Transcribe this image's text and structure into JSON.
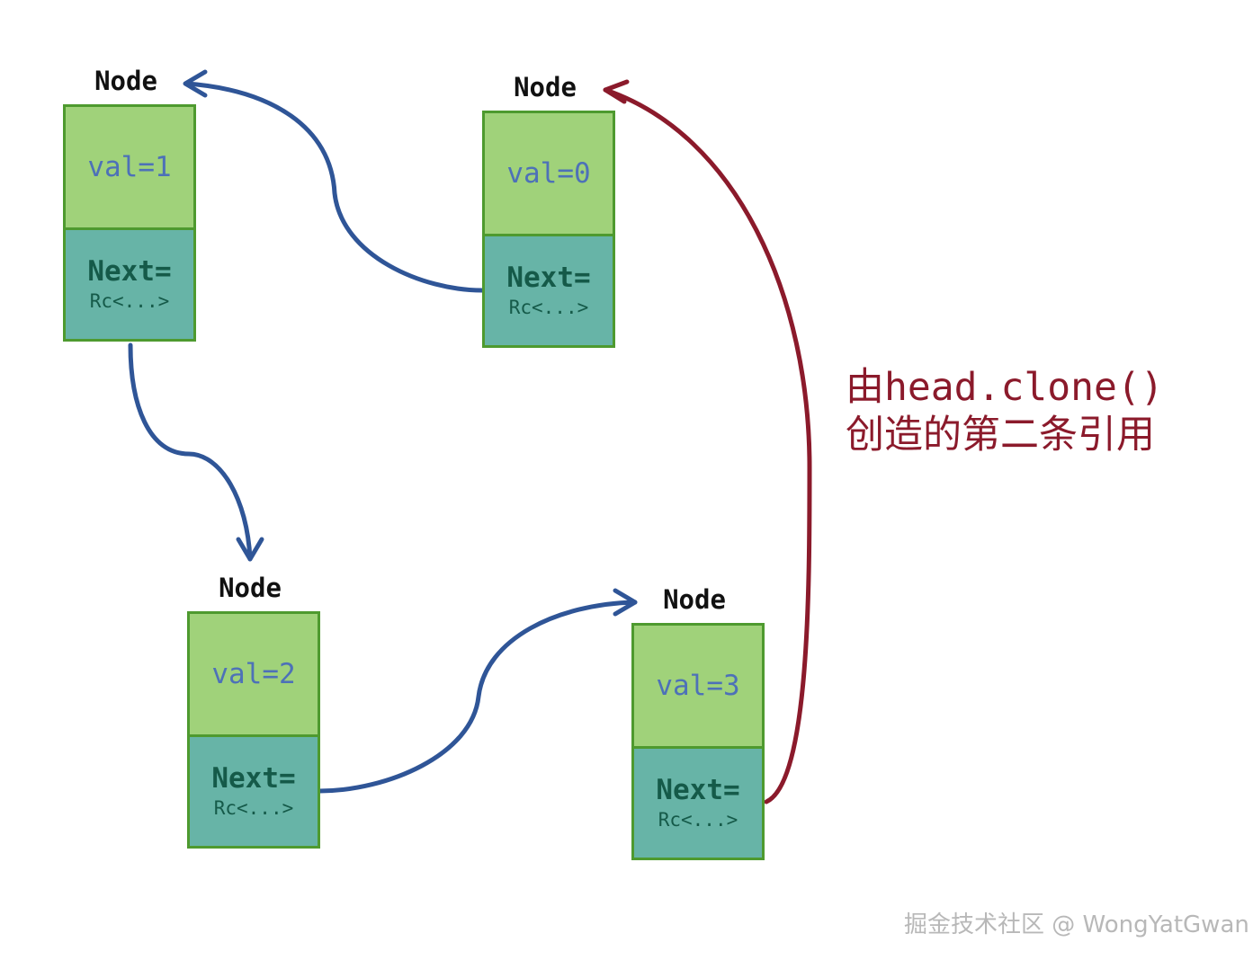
{
  "nodes": [
    {
      "title": "Node",
      "val": "val=1",
      "next": "Next=",
      "rc": "Rc<...>"
    },
    {
      "title": "Node",
      "val": "val=0",
      "next": "Next=",
      "rc": "Rc<...>"
    },
    {
      "title": "Node",
      "val": "val=2",
      "next": "Next=",
      "rc": "Rc<...>"
    },
    {
      "title": "Node",
      "val": "val=3",
      "next": "Next=",
      "rc": "Rc<...>"
    }
  ],
  "annotation": {
    "line1_prefix": "由",
    "line1_code": "head.clone()",
    "line2": "创造的第二条引用"
  },
  "watermark": "掘金技术社区 @ WongYatGwan",
  "colors": {
    "val_fill": "#a0d27a",
    "next_fill": "#67b4a7",
    "border": "#4e9a2f",
    "link_arrow": "#2f5597",
    "clone_arrow": "#8b1a2b"
  }
}
